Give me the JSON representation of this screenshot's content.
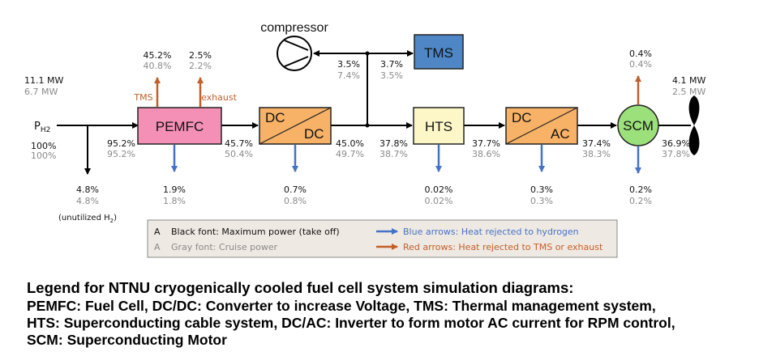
{
  "boxes": {
    "pemfc": "PEMFC",
    "dcdc_top": "DC",
    "dcdc_bottom": "DC",
    "hts": "HTS",
    "dcac_top": "DC",
    "dcac_bottom": "AC",
    "scm": "SCM",
    "tms": "TMS",
    "compressor": "compressor"
  },
  "input": {
    "label_main": "P",
    "label_sub": "H2",
    "power_max": "11.1 MW",
    "power_cruise": "6.7 MW",
    "pct_max": "100%",
    "pct_cruise": "100%"
  },
  "unutilized": {
    "max": "4.8%",
    "cruise": "4.8%",
    "note": "(unutilized H",
    "note_sub": "2",
    "note_end": ")"
  },
  "flows": [
    {
      "id": "pemfc-in",
      "max": "95.2%",
      "cruise": "95.2%"
    },
    {
      "id": "pemfc-out",
      "max": "45.7%",
      "cruise": "50.4%"
    },
    {
      "id": "dcdc-out",
      "max": "45.0%",
      "cruise": "49.7%"
    },
    {
      "id": "compressor-branch",
      "max": "3.5%",
      "cruise": "7.4%"
    },
    {
      "id": "tms-branch",
      "max": "3.7%",
      "cruise": "3.5%"
    },
    {
      "id": "hts-in",
      "max": "37.8%",
      "cruise": "38.7%"
    },
    {
      "id": "hts-out",
      "max": "37.7%",
      "cruise": "38.6%"
    },
    {
      "id": "dcac-out",
      "max": "37.4%",
      "cruise": "38.3%"
    },
    {
      "id": "scm-out",
      "max": "36.9%",
      "cruise": "37.8%"
    }
  ],
  "heat_red": [
    {
      "id": "pemfc-tms",
      "label": "TMS",
      "max": "45.2%",
      "cruise": "40.8%"
    },
    {
      "id": "pemfc-exhaust",
      "label": "exhaust",
      "max": "2.5%",
      "cruise": "2.2%"
    },
    {
      "id": "scm-top",
      "max": "0.4%",
      "cruise": "0.4%"
    }
  ],
  "heat_blue": [
    {
      "id": "pemfc",
      "max": "1.9%",
      "cruise": "1.8%"
    },
    {
      "id": "dcdc",
      "max": "0.7%",
      "cruise": "0.8%"
    },
    {
      "id": "hts",
      "max": "0.02%",
      "cruise": "0.02%"
    },
    {
      "id": "dcac",
      "max": "0.3%",
      "cruise": "0.3%"
    },
    {
      "id": "scm",
      "max": "0.2%",
      "cruise": "0.2%"
    }
  ],
  "output": {
    "power_max": "4.1 MW",
    "power_cruise": "2.5 MW"
  },
  "legend": {
    "black_symbol": "A",
    "black_text": "Black font: Maximum power (take off)",
    "gray_symbol": "A",
    "gray_text": "Gray font: Cruise power",
    "blue_text": "Blue arrows: Heat rejected to hydrogen",
    "red_text": "Red arrows: Heat rejected to TMS or exhaust"
  },
  "caption": {
    "line1": "Legend for NTNU cryogenically cooled fuel cell system simulation diagrams:",
    "line2": "PEMFC: Fuel Cell, DC/DC: Converter to increase Voltage, TMS: Thermal management system,",
    "line3": "HTS: Superconducting cable system, DC/AC: Inverter to form motor AC current for RPM control,",
    "line4": "SCM: Superconducting Motor"
  },
  "colors": {
    "pemfc": "#f48fb5",
    "converter": "#f7b267",
    "hts": "#fdf7c8",
    "scm": "#9be07a",
    "tms": "#4f86c6",
    "blue_arrow": "#4472c4",
    "red_arrow": "#c0602b",
    "legend_bg": "#efe9e3"
  }
}
